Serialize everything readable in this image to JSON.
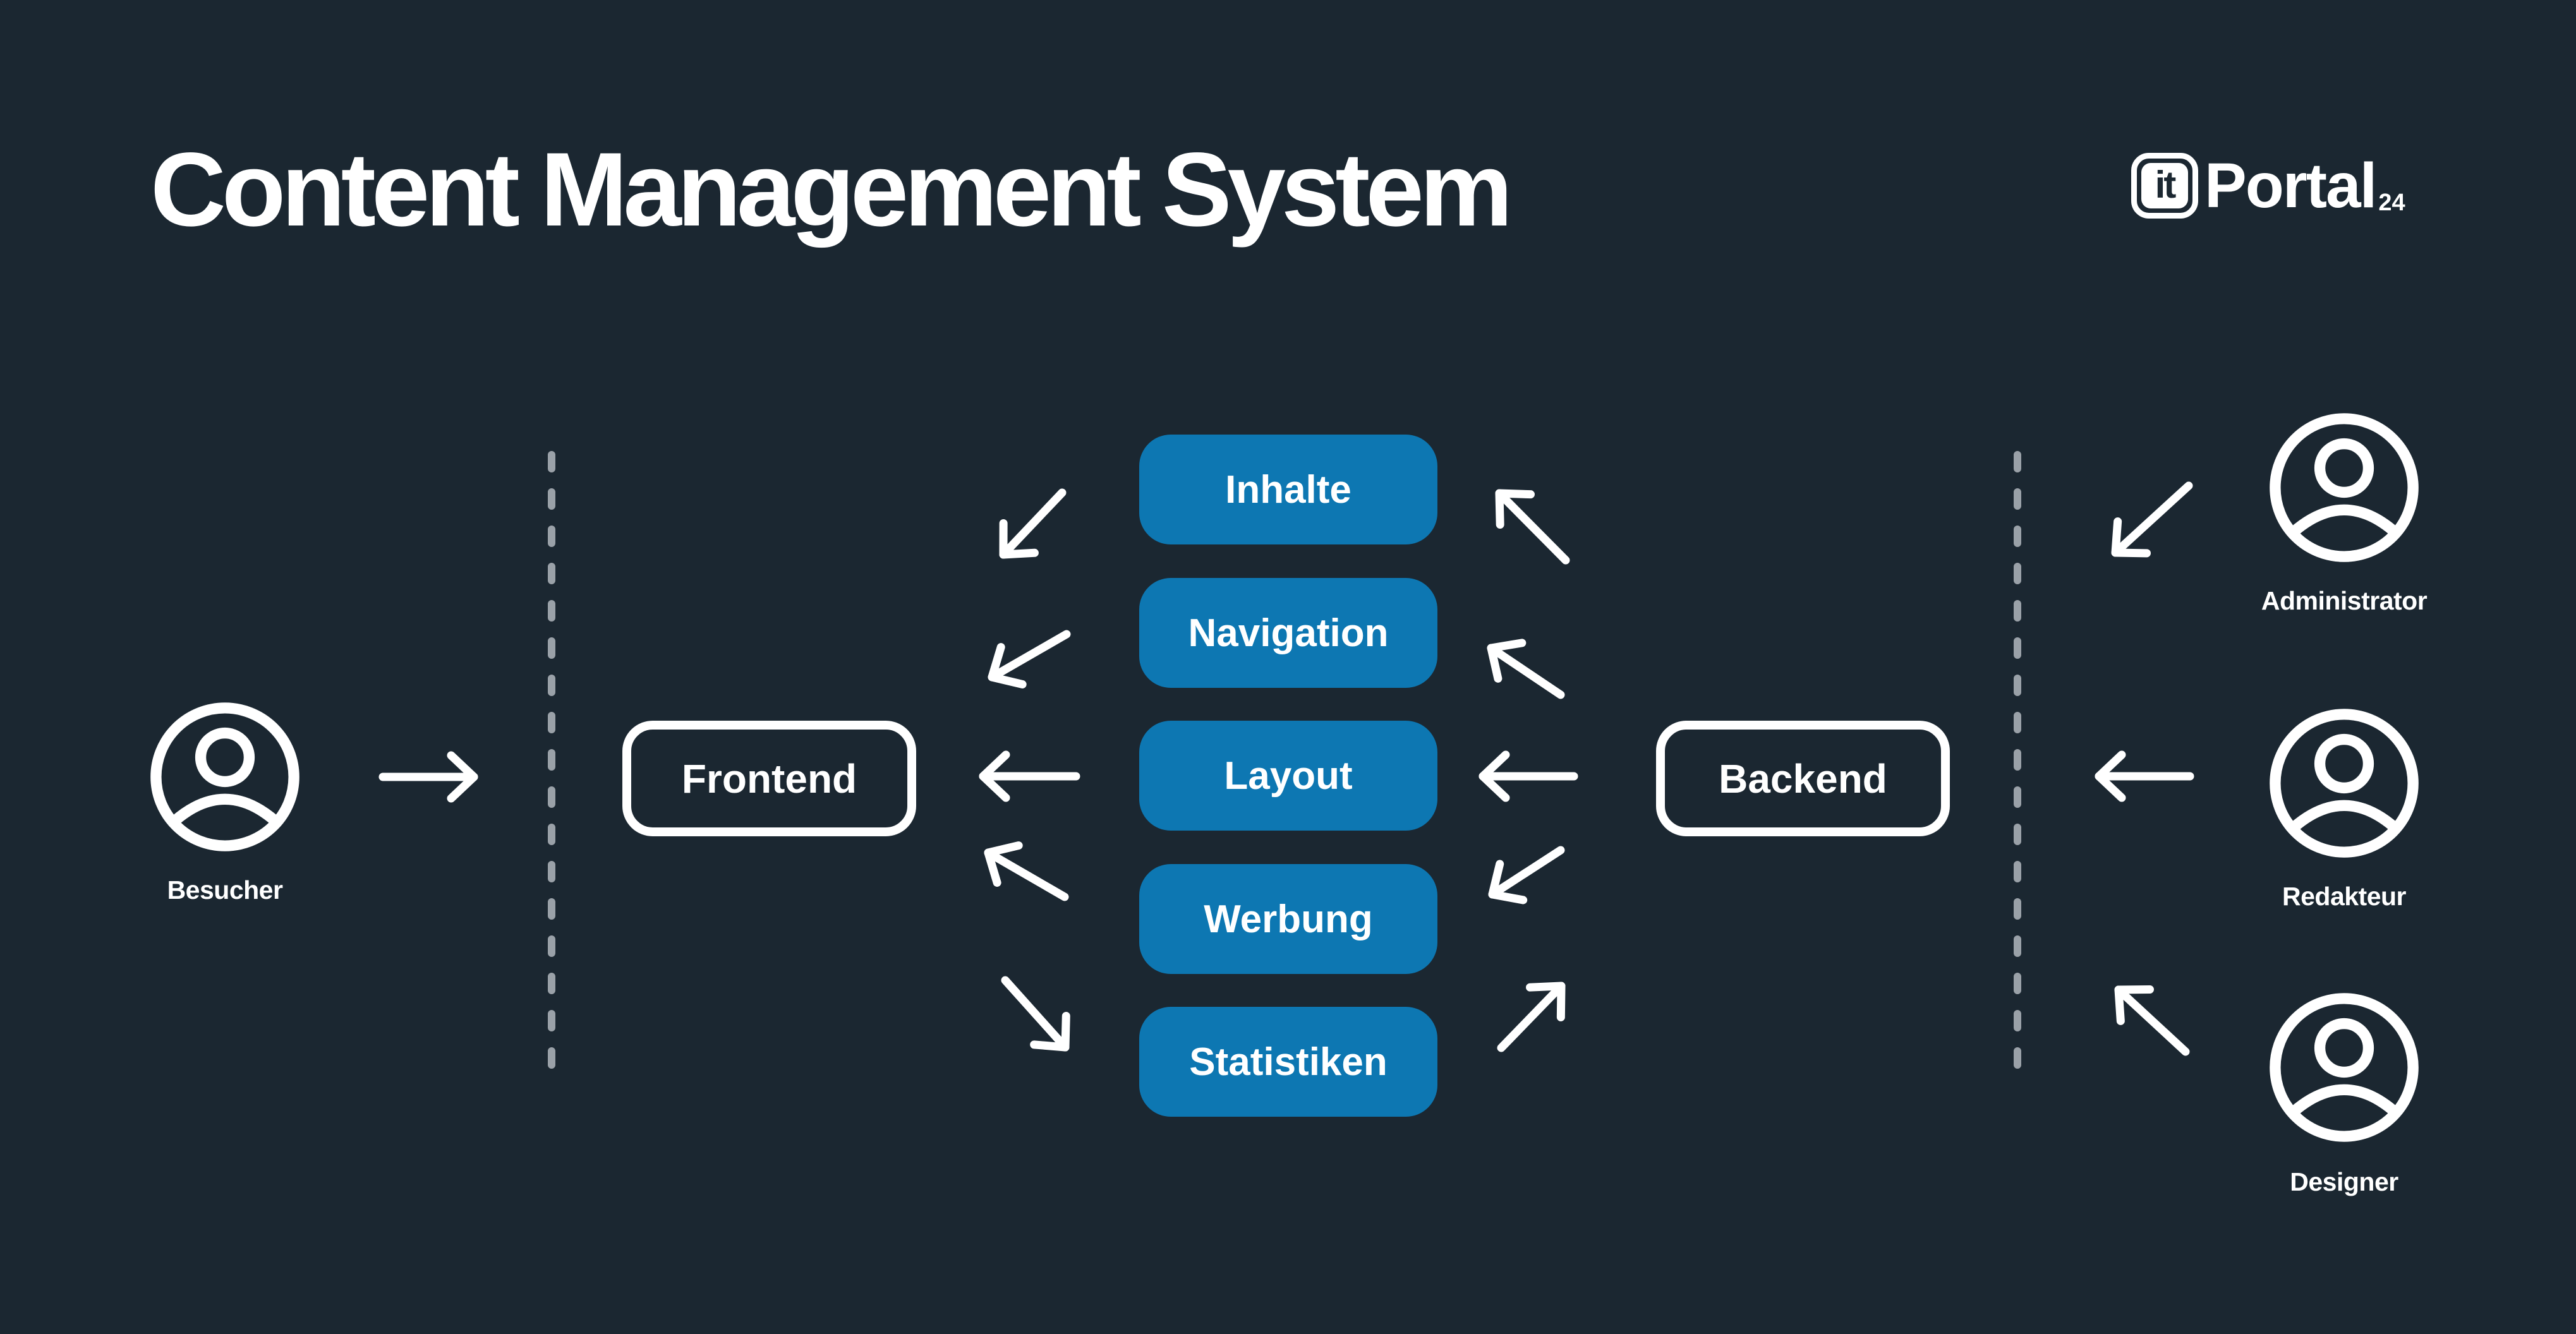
{
  "title": "Content Management System",
  "brand": {
    "mark": "it",
    "name": "Portal",
    "number": "24"
  },
  "visitor": {
    "label": "Besucher"
  },
  "frontend": {
    "label": "Frontend"
  },
  "backend": {
    "label": "Backend"
  },
  "modules": [
    "Inhalte",
    "Navigation",
    "Layout",
    "Werbung",
    "Statistiken"
  ],
  "staff": [
    {
      "label": "Administrator"
    },
    {
      "label": "Redakteur"
    },
    {
      "label": "Designer"
    }
  ],
  "colors": {
    "background": "#1b2731",
    "module_blue": "#0d77b2",
    "foreground": "#ffffff",
    "divider_gray": "#9aa1a8"
  }
}
